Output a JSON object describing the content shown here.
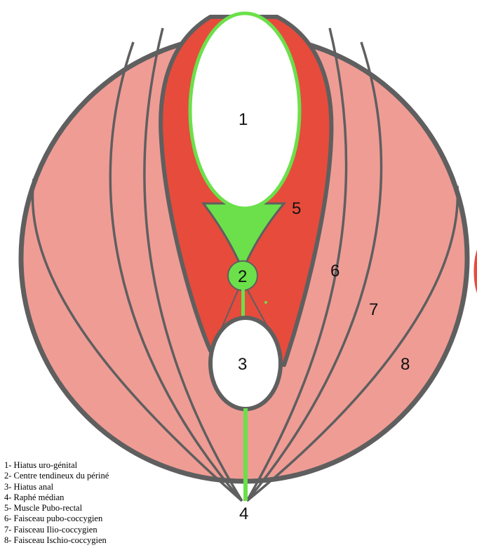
{
  "colors": {
    "muscle_light": "#ef9c95",
    "muscle_dark": "#e74b3c",
    "outline": "#5f5f5f",
    "tendon_green": "#6be04a",
    "hiatus": "#ffffff"
  },
  "labels": {
    "n1": "1",
    "n2": "2",
    "n3": "3",
    "n4": "4",
    "n5": "5",
    "n6": "6",
    "n7": "7",
    "n8": "8"
  },
  "legend": [
    "1- Hiatus uro-génital",
    "2- Centre tendineux du périné",
    "3- Hiatus anal",
    "4- Raphé médian",
    "5- Muscle Pubo-rectal",
    "6- Faisceau pubo-coccygien",
    "7- Faisceau Ilio-coccygien",
    "8- Faisceau Ischio-coccygien"
  ]
}
